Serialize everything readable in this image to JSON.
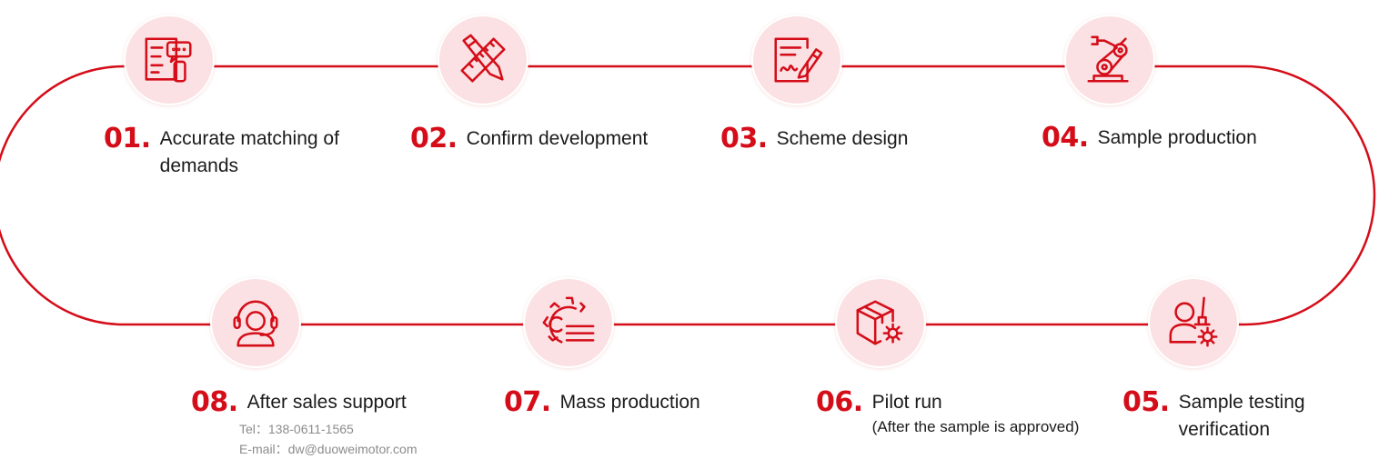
{
  "brand": {
    "accent": "#d40d19",
    "circle_fill": "#fbe1e3",
    "text": "#1a1a1a",
    "muted": "#8c8c8c"
  },
  "steps": [
    {
      "num": "01.",
      "label": "Accurate matching of demands",
      "icon": "document-chat-icon"
    },
    {
      "num": "02.",
      "label": "Confirm development",
      "icon": "ruler-pencil-icon"
    },
    {
      "num": "03.",
      "label": "Scheme design",
      "icon": "document-edit-icon"
    },
    {
      "num": "04.",
      "label": "Sample production",
      "icon": "robot-arm-icon"
    },
    {
      "num": "05.",
      "label": "Sample testing verification",
      "icon": "engineer-gear-icon"
    },
    {
      "num": "06.",
      "label": "Pilot run",
      "sub": "(After the sample is approved)",
      "icon": "box-gear-icon"
    },
    {
      "num": "07.",
      "label": "Mass production",
      "icon": "gear-lines-icon"
    },
    {
      "num": "08.",
      "label": "After sales support",
      "icon": "headset-support-icon",
      "contact": {
        "tel": "Tel：138-0611-1565",
        "email": "E-mail：dw@duoweimotor.com"
      }
    }
  ]
}
